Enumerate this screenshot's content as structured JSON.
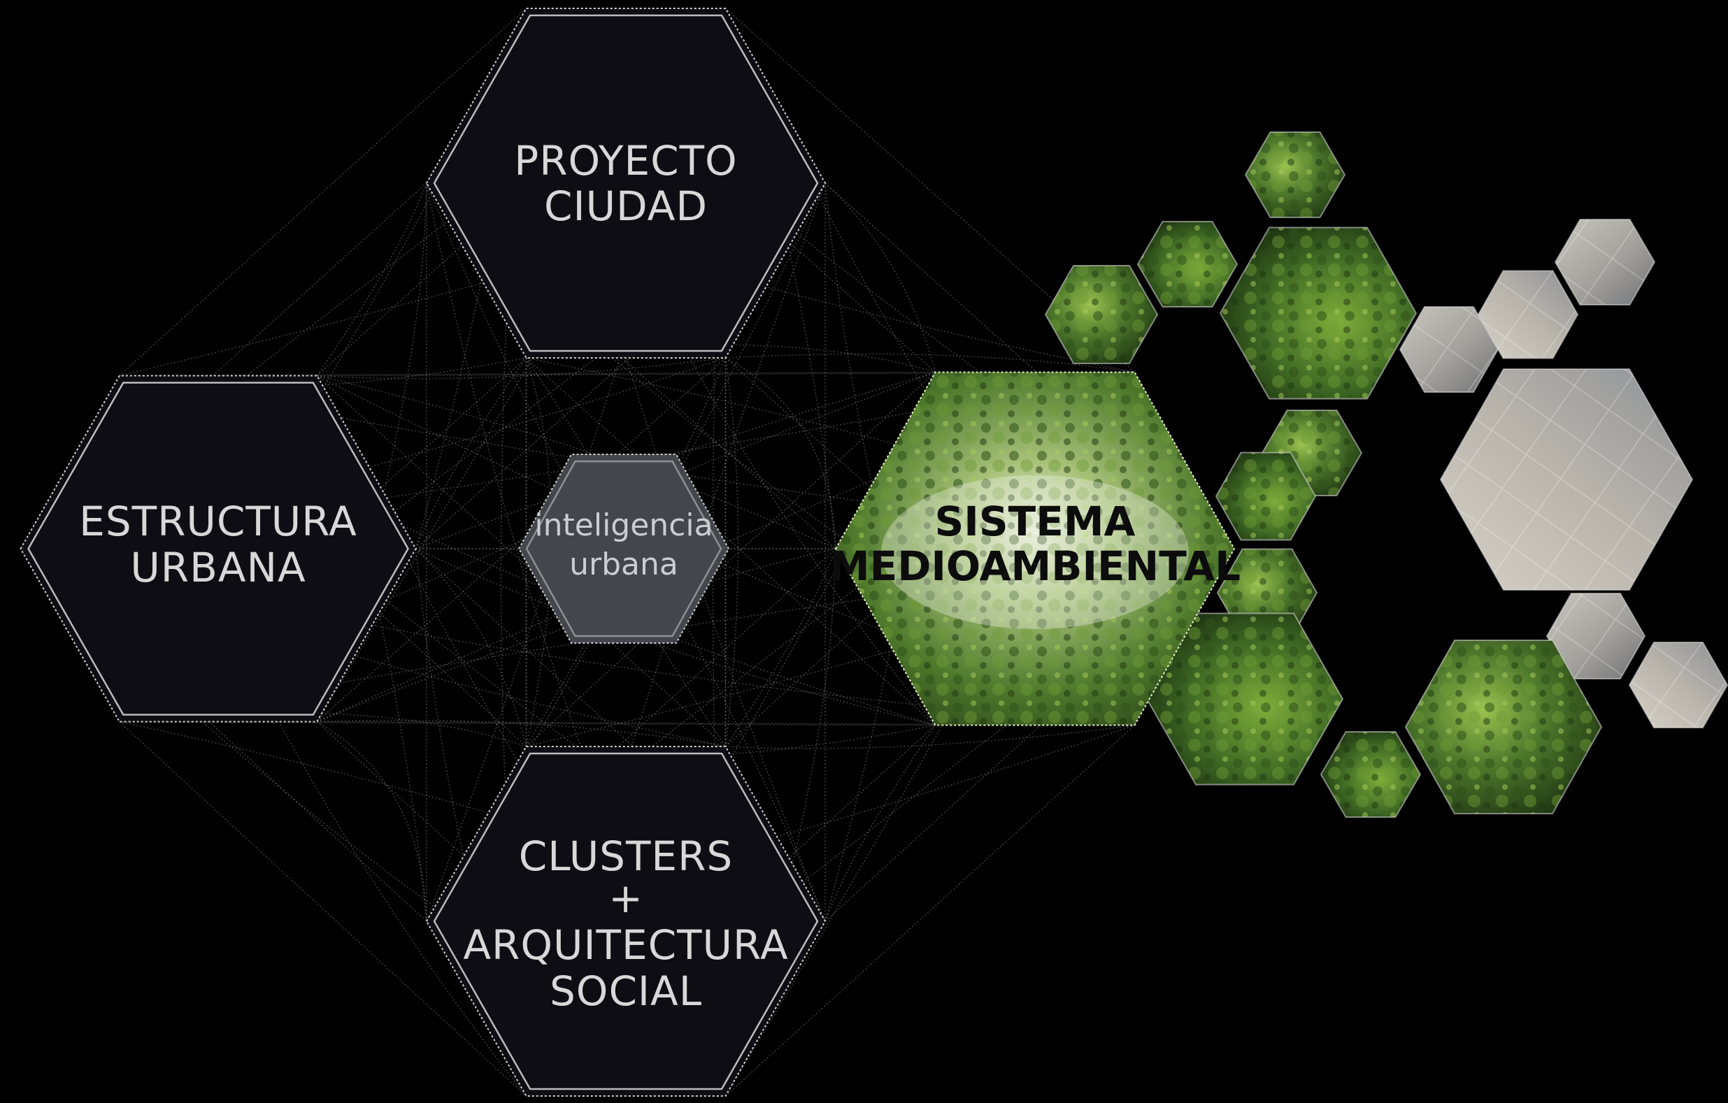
{
  "diagram": {
    "nodes": {
      "proyecto": {
        "lines": [
          "PROYECTO",
          "CIUDAD"
        ]
      },
      "estructura": {
        "lines": [
          "ESTRUCTURA",
          "URBANA"
        ]
      },
      "center": {
        "lines": [
          "inteligencia",
          "urbana"
        ]
      },
      "clusters": {
        "lines": [
          "CLUSTERS",
          "+",
          "ARQUITECTURA",
          "SOCIAL"
        ]
      },
      "medioambiental": {
        "lines": [
          "SISTEMA",
          "MEDIOAMBIENTAL"
        ]
      }
    },
    "colors": {
      "background": "#000000",
      "hex_fill": "#0d0d13",
      "hex_stroke": "#cfcfcf",
      "center_fill": "#43464b",
      "vegetation": "#4f7a2c",
      "paving": "#9a9a9a"
    },
    "photo_tiles": [
      {
        "type": "vegetation"
      },
      {
        "type": "vegetation"
      },
      {
        "type": "vegetation"
      },
      {
        "type": "vegetation"
      },
      {
        "type": "paving"
      },
      {
        "type": "paving"
      },
      {
        "type": "paving"
      },
      {
        "type": "paving"
      },
      {
        "type": "vegetation"
      },
      {
        "type": "vegetation"
      },
      {
        "type": "vegetation"
      },
      {
        "type": "vegetation"
      },
      {
        "type": "paving"
      },
      {
        "type": "vegetation"
      },
      {
        "type": "vegetation"
      },
      {
        "type": "paving"
      },
      {
        "type": "paving"
      }
    ]
  }
}
